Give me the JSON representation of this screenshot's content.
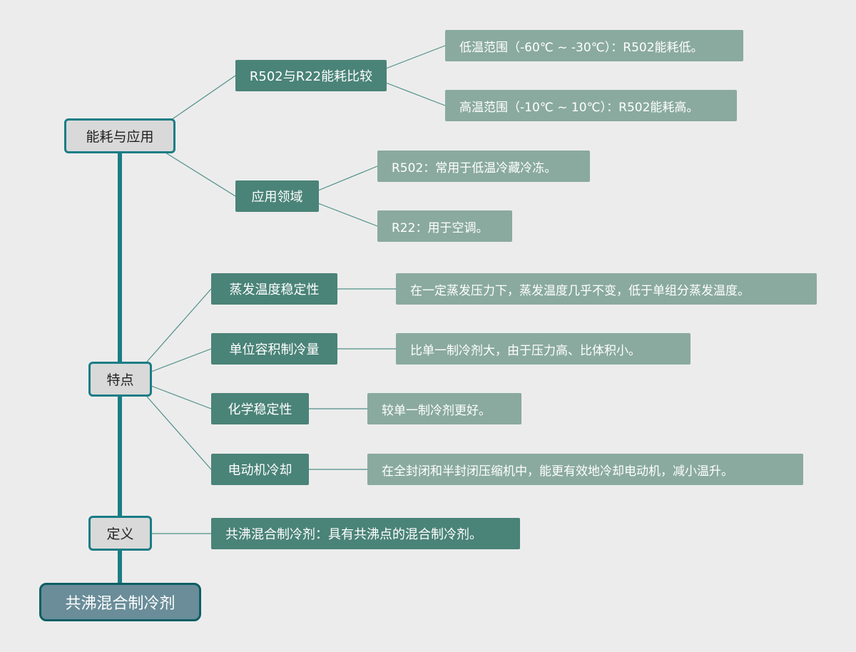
{
  "root": {
    "label": "共沸混合制冷剂"
  },
  "branches": {
    "energy": {
      "label": "能耗与应用",
      "compare": {
        "label": "R502与R22能耗比较",
        "low_temp": "低温范围（-60℃ ~ -30℃）：R502能耗低。",
        "high_temp": "高温范围（-10℃ ~ 10℃）：R502能耗高。"
      },
      "application": {
        "label": "应用领域",
        "r502": "R502：常用于低温冷藏冷冻。",
        "r22": "R22：用于空调。"
      }
    },
    "features": {
      "label": "特点",
      "evap_temp": {
        "label": "蒸发温度稳定性",
        "detail": "在一定蒸发压力下，蒸发温度几乎不变，低于单组分蒸发温度。"
      },
      "unit_volume": {
        "label": "单位容积制冷量",
        "detail": "比单一制冷剂大，由于压力高、比体积小。"
      },
      "chemical": {
        "label": "化学稳定性",
        "detail": "较单一制冷剂更好。"
      },
      "motor": {
        "label": "电动机冷却",
        "detail": "在全封闭和半封闭压缩机中，能更有效地冷却电动机，减小温升。"
      }
    },
    "definition": {
      "label": "定义",
      "detail": "共沸混合制冷剂：具有共沸点的混合制冷剂。"
    }
  },
  "colors": {
    "background": "#ececec",
    "trunk": "#1a7d85",
    "connector": "#4f8f88",
    "root_fill": "#6a8d99",
    "branch_fill": "#d9d9d9",
    "sub_fill": "#4a8378",
    "leaf_fill": "#8aaa9f"
  }
}
